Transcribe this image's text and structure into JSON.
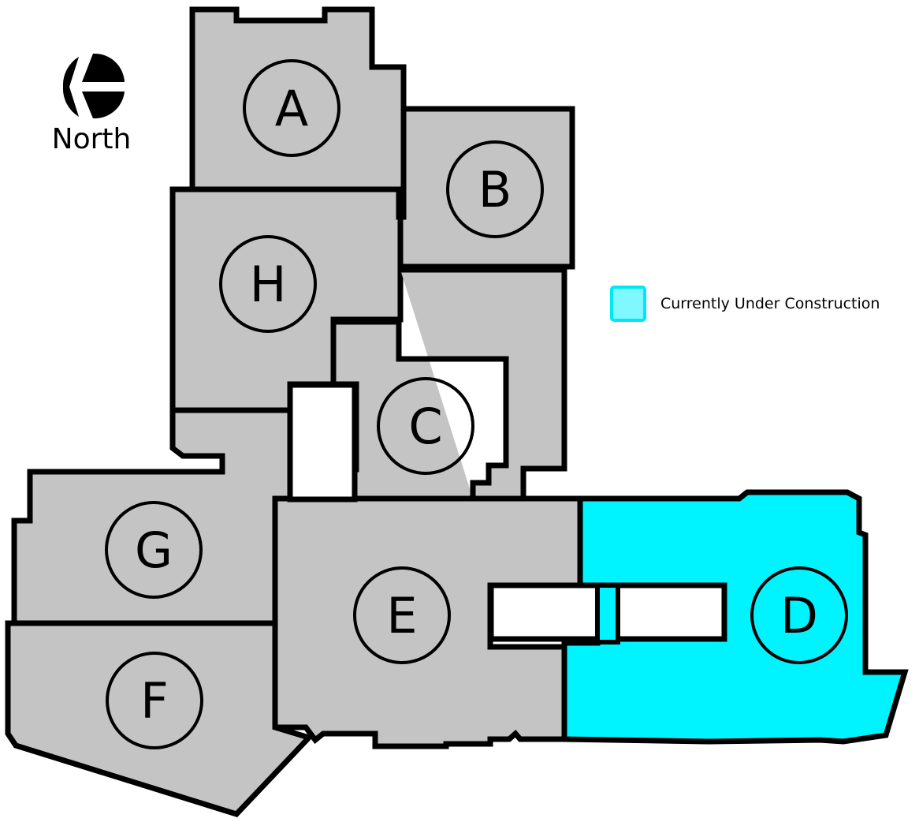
{
  "compass": {
    "label": "North",
    "icon": "north-compass-icon"
  },
  "legend": {
    "label": "Currently Under Construction",
    "swatch_color": "#7ff8ff"
  },
  "colors": {
    "existing": "#c4c4c4",
    "under_construction": "#00f4ff",
    "outline": "#000000",
    "courtyard": "#ffffff"
  },
  "buildings": [
    {
      "id": "A",
      "label": "A",
      "status": "existing"
    },
    {
      "id": "B",
      "label": "B",
      "status": "existing"
    },
    {
      "id": "C",
      "label": "C",
      "status": "existing"
    },
    {
      "id": "D",
      "label": "D",
      "status": "under_construction"
    },
    {
      "id": "E",
      "label": "E",
      "status": "existing"
    },
    {
      "id": "F",
      "label": "F",
      "status": "existing"
    },
    {
      "id": "G",
      "label": "G",
      "status": "existing"
    },
    {
      "id": "H",
      "label": "H",
      "status": "existing"
    }
  ]
}
